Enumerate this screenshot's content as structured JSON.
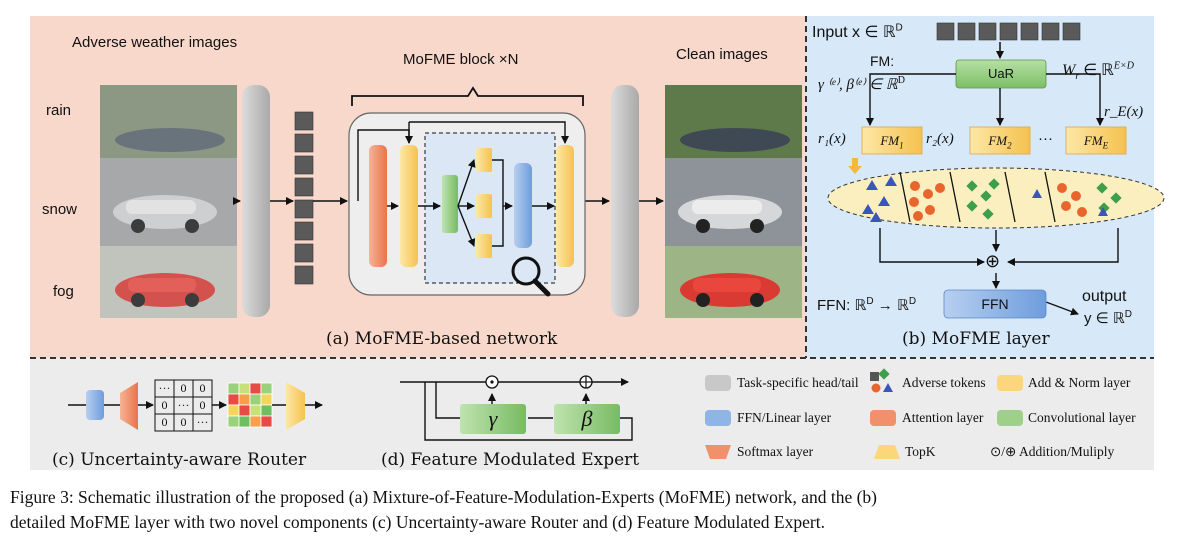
{
  "panel_a": {
    "adverse_title": "Adverse weather images",
    "clean_title": "Clean images",
    "block_title": "MoFME block ×N",
    "row_labels": [
      "rain",
      "snow",
      "fog"
    ],
    "caption": "(a) MoFME-based network"
  },
  "panel_b": {
    "input_label": "Input x ∈ ℝ",
    "input_sup": "D",
    "fm_title": "FM:",
    "fm_params": "γ ⁽ᵉ⁾, β⁽ᵉ⁾ ∈ ℝ",
    "fm_params_sup": "D",
    "uar": "UaR",
    "wr": "W",
    "wr_sub": "r",
    "wr_tail": " ∈ ℝ",
    "wr_sup": "E×D",
    "experts": [
      {
        "gate": "r₁(x)",
        "name": "FM",
        "sub": "1"
      },
      {
        "gate": "r₂(x)",
        "name": "FM",
        "sub": "2"
      },
      {
        "gate": "r_E(x)",
        "name": "FM",
        "sub": "E"
      }
    ],
    "ellipsis": "···",
    "ffn_label": "FFN: ℝ",
    "ffn_sup1": "D",
    "ffn_arrow": " → ℝ",
    "ffn_sup2": "D",
    "ffn_box": "FFN",
    "output_label": "output",
    "output_y": "y ∈ ℝ",
    "output_sup": "D",
    "plus": "⊕",
    "caption": "(b) MoFME layer"
  },
  "panel_c": {
    "matrix": [
      "···",
      "0",
      "0",
      "0",
      "···",
      "0",
      "0",
      "0",
      "···"
    ],
    "caption": "(c) Uncertainty-aware Router"
  },
  "panel_d": {
    "gamma": "γ",
    "beta": "β",
    "odot": "⊙",
    "oplus": "⊕",
    "caption": "(d) Feature Modulated Expert"
  },
  "legend": [
    {
      "label": "Task-specific head/tail",
      "color": "#c8c8c8"
    },
    {
      "label": "Adverse tokens",
      "color": "#4a4a4a"
    },
    {
      "label": "Add & Norm layer",
      "color": "#fcd67a"
    },
    {
      "label": "FFN/Linear layer",
      "color": "#8fb5e8"
    },
    {
      "label": "Attention layer",
      "color": "#f0916b"
    },
    {
      "label": "Convolutional layer",
      "color": "#9fd08a"
    },
    {
      "label": "Softmax layer",
      "color": "#f0916b"
    },
    {
      "label": "TopK",
      "color": "#fcd67a"
    },
    {
      "label": "⊙/⊕ Addition/Muliply",
      "color": "#000000"
    }
  ],
  "figure_caption": {
    "line1": "Figure 3: Schematic illustration of the proposed (a) Mixture-of-Feature-Modulation-Experts (MoFME) network, and the (b)",
    "line2": "detailed MoFME layer with two novel components (c) Uncertainty-aware Router and (d) Feature Modulated Expert."
  },
  "colors": {
    "attention": "#f0916b",
    "add_norm": "#fcd67a",
    "linear": "#8fb5e8",
    "conv": "#9fd08a",
    "head": "#c8c8c8",
    "token": "#4a4a4a",
    "panel_a_bg": "#f8d8cb",
    "panel_b_bg": "#d7e8f8"
  }
}
